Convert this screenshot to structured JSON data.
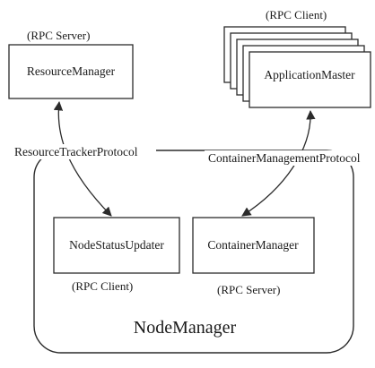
{
  "diagram": {
    "resource_manager": {
      "label": "ResourceManager",
      "role": "(RPC Server)"
    },
    "application_master": {
      "label": "ApplicationMaster",
      "role": "(RPC Client)"
    },
    "node_manager": {
      "label": "NodeManager"
    },
    "node_status_updater": {
      "label": "NodeStatusUpdater",
      "role": "(RPC Client)"
    },
    "container_manager": {
      "label": "ContainerManager",
      "role": "(RPC Server)"
    },
    "protocols": {
      "resource_tracker": "ResourceTrackerProtocol",
      "container_management": "ContainerManagementProtocol"
    }
  },
  "colors": {
    "stroke": "#2b2b2b",
    "text": "#1a1a1a",
    "background": "#ffffff"
  }
}
